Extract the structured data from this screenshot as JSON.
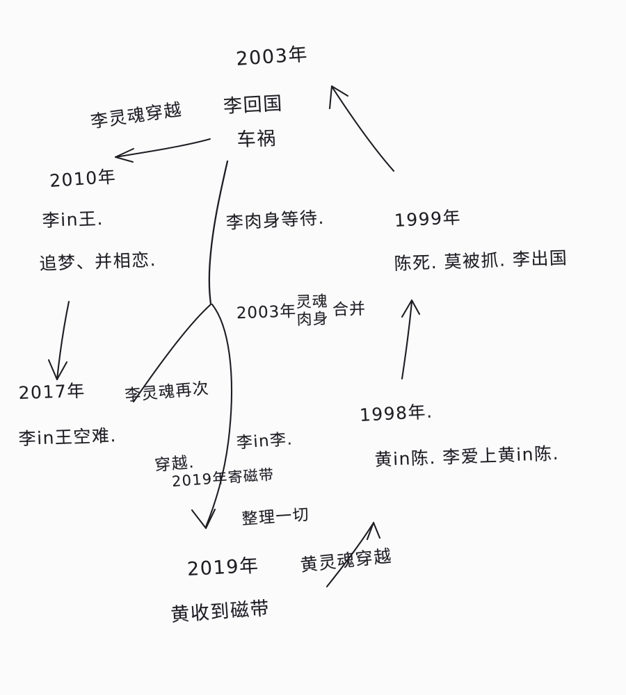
{
  "meta": {
    "background_color": "#fbfbfc",
    "ink_color": "#1d1d22",
    "medium": "hand-drawn-pen-sketch"
  },
  "diagram": {
    "type": "hand-drawn-timeline-branch-diagram",
    "title_node": "2003年",
    "nodes": [
      {
        "id": "node-2003-top",
        "year": "2003年",
        "lines": [
          "李回国",
          "车祸"
        ]
      },
      {
        "id": "node-2010",
        "year": "2010年",
        "lines": [
          "李in王.",
          "追梦、并相恋."
        ]
      },
      {
        "id": "node-2017",
        "year": "2017年",
        "lines": [
          "李in王空难."
        ]
      },
      {
        "id": "node-1999",
        "year": "1999年",
        "lines": [
          "陈死. 莫被抓. 李出国"
        ]
      },
      {
        "id": "node-1998",
        "year": "1998年.",
        "lines": [
          "黄in陈. 李爱上黄in陈."
        ]
      },
      {
        "id": "node-2019-bottom",
        "year": "2019年",
        "lines": [
          "黄收到磁带"
        ]
      }
    ],
    "edge_labels": [
      {
        "id": "label-li-soul-travel",
        "text": "李灵魂穿越"
      },
      {
        "id": "label-li-body-waits",
        "text": "李肉身等待."
      },
      {
        "id": "label-2003-merge",
        "year": "2003年",
        "top": "灵魂",
        "bottom": "肉身",
        "tail": "合并"
      },
      {
        "id": "label-li-soul-again",
        "line1": "李灵魂再次",
        "line2": "穿越."
      },
      {
        "id": "label-li-in-li",
        "line1": "李in李.",
        "line2": "整理一切"
      },
      {
        "id": "label-2019-send-tape",
        "text": "2019年寄磁带"
      },
      {
        "id": "label-huang-soul-travel",
        "text": "黄灵魂穿越"
      }
    ],
    "connectors": [
      {
        "id": "arrow-2003-to-2010",
        "kind": "curved-arrow",
        "direction": "left"
      },
      {
        "id": "arrow-2010-to-2017",
        "kind": "straight-arrow",
        "direction": "down"
      },
      {
        "id": "arrow-1998-to-1999",
        "kind": "straight-arrow",
        "direction": "up"
      },
      {
        "id": "arrow-to-2003-top",
        "kind": "curved-arrow",
        "direction": "up-left"
      },
      {
        "id": "arrow-to-2019-bottom",
        "kind": "straight-arrow",
        "direction": "up-right"
      },
      {
        "id": "trunk-line-2003-to-junction",
        "kind": "line",
        "direction": "down"
      },
      {
        "id": "branch-left-soul",
        "kind": "line",
        "direction": "down-left"
      },
      {
        "id": "branch-right-body",
        "kind": "curved-arrow",
        "direction": "down"
      }
    ]
  }
}
